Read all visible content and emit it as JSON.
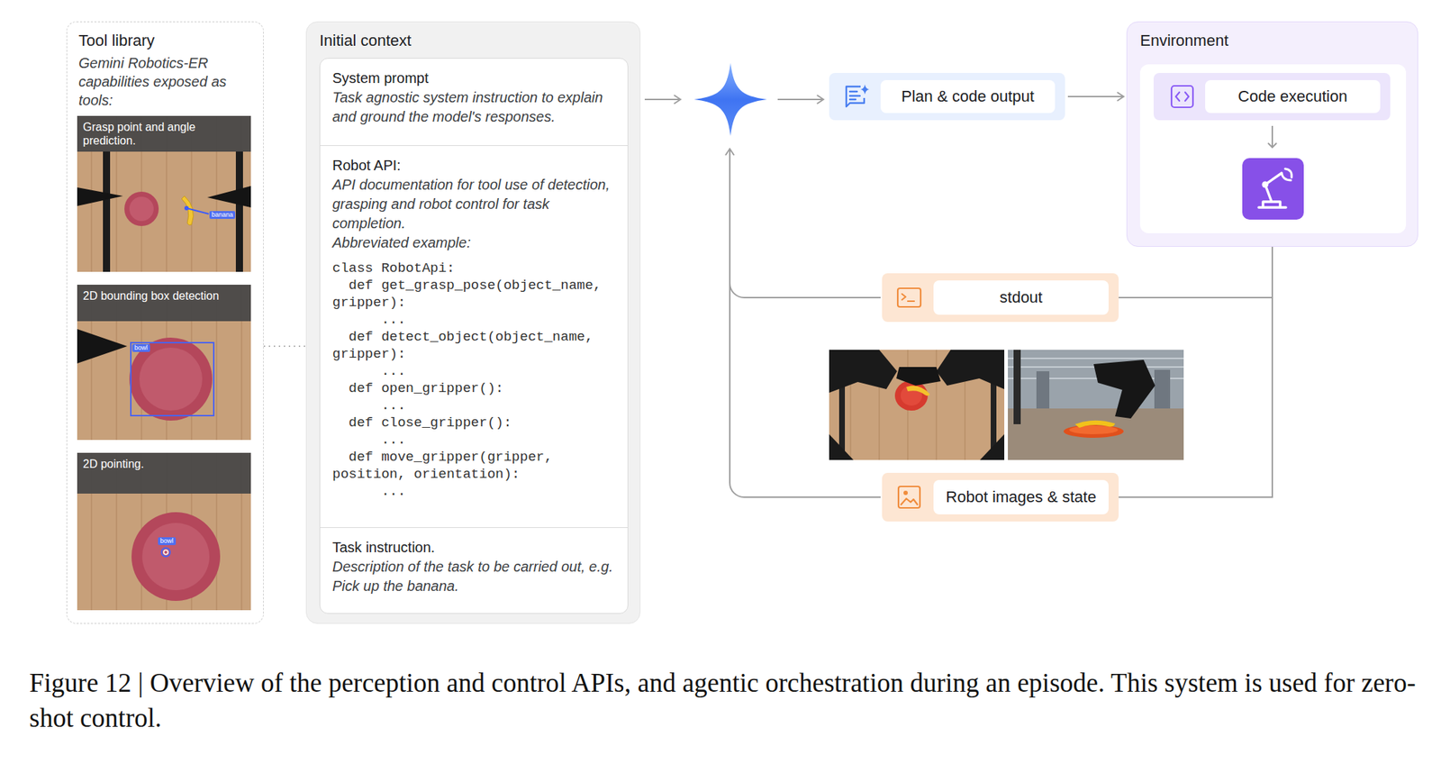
{
  "diagram": {
    "caption": "Figure 12 | Overview of the perception and control APIs, and agentic orchestration during an episode. This system is used for zero-shot control.",
    "nodes": [
      {
        "text": [
          "Tool library",
          "Gemini Robotics-ER capabilities exposed as tools:"
        ]
      },
      {
        "text": [
          "Grasp point and angle prediction."
        ],
        "in": 0
      },
      {
        "text": [
          "2D bounding box detection"
        ],
        "in": 0
      },
      {
        "text": [
          "2D pointing."
        ],
        "in": 0
      },
      {
        "text": [
          "Initial context"
        ]
      },
      {
        "text": [
          "System prompt",
          "Task agnostic system instruction to explain and ground the model's responses."
        ],
        "in": 4
      },
      {
        "text": [
          "Robot API:",
          "API documentation for tool use of detection, grasping and robot control for task completion.",
          "Abbreviated example:",
          "class RobotApi:",
          "def get_grasp_pose(object_name, gripper):",
          "...",
          "def detect_object(object_name, gripper):",
          "...",
          "def open_gripper():",
          "...",
          "def close_gripper():",
          "...",
          "def move_gripper(gripper, position, orientation):",
          "..."
        ],
        "in": 4
      },
      {
        "text": [
          "Task instruction.",
          "Description of the task to be carried out, e.g. Pick up the banana."
        ],
        "in": 4
      },
      {
        "text": [
          "Plan & code output"
        ]
      },
      {
        "text": [
          "Environment"
        ]
      },
      {
        "text": [
          "Code execution"
        ],
        "in": 9
      },
      {
        "text": [
          "stdout"
        ]
      },
      {
        "text": [
          "Robot images & state"
        ]
      }
    ],
    "edges": [
      {
        "from": 0,
        "to": 6,
        "arrow": "none"
      },
      {
        "from": 8,
        "to": 9,
        "arrow": "to"
      },
      {
        "from": 9,
        "to": 11,
        "arrow": "none"
      },
      {
        "from": 9,
        "to": 12,
        "arrow": "none"
      }
    ],
    "labels": [
      "banana",
      "bowl",
      "bowl"
    ]
  }
}
